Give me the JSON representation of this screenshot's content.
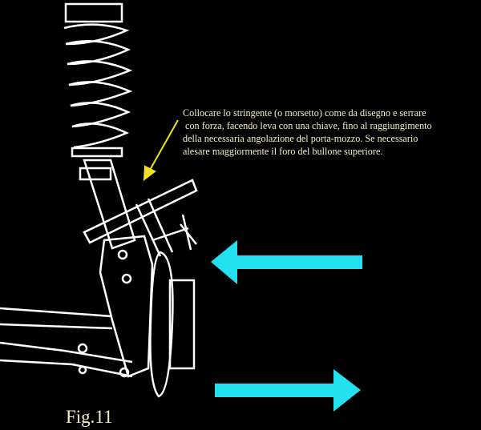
{
  "caption": {
    "lines": [
      "Collocare lo stringente (o morsetto) come da disegno e serrare",
      " con forza, facendo leva con una chiave, fino al raggiungimento",
      "della necessaria angolazione del porta-mozzo. Se necessario",
      "alesare maggiormente il foro del bullone superiore."
    ]
  },
  "figure_label": "Fig.11",
  "colors": {
    "background": "#000000",
    "drawing": "#ffffff",
    "pointer_arrow": "#f0e020",
    "force_arrows": "#22e0ee",
    "text": "#f4f0c8"
  }
}
